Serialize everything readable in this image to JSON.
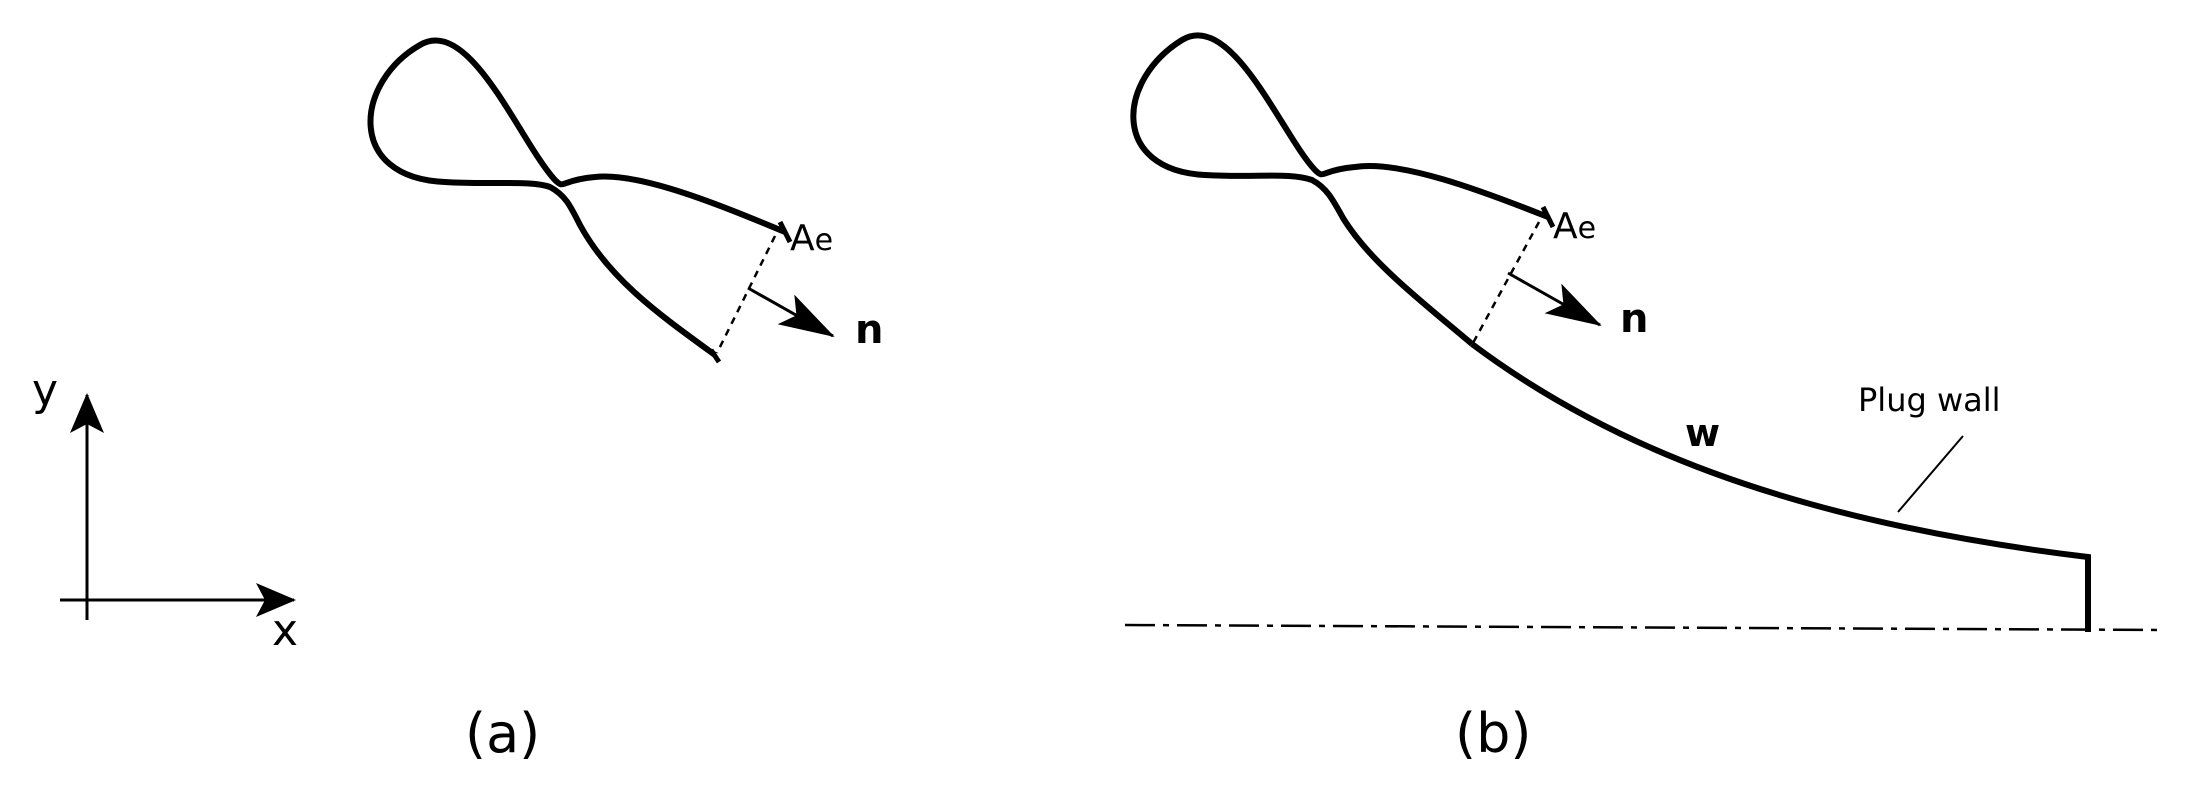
{
  "axes": {
    "y_label": "y",
    "x_label": "x"
  },
  "panel_a": {
    "caption": "(a)",
    "exit_area_label": {
      "main": "A",
      "sub": "e"
    },
    "normal_label": "n"
  },
  "panel_b": {
    "caption": "(b)",
    "exit_area_label": {
      "main": "A",
      "sub": "e"
    },
    "normal_label": "n",
    "wall_label": "w",
    "plug_wall_label": "Plug wall"
  },
  "colors": {
    "stroke": "#000000",
    "background": "#ffffff"
  }
}
